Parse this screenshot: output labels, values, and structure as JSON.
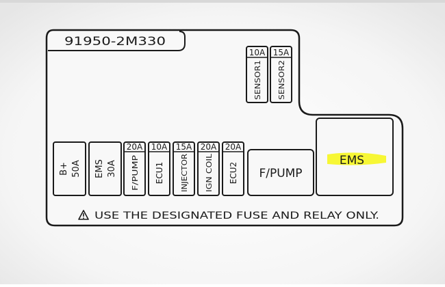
{
  "part_number": "91950-2M330",
  "top_fuses": [
    {
      "amp": "10A",
      "name": "SENSOR1"
    },
    {
      "amp": "15A",
      "name": "SENSOR2"
    }
  ],
  "large_fuses": [
    {
      "name": "B+",
      "amp": "50A"
    },
    {
      "name": "EMS",
      "amp": "30A"
    }
  ],
  "mini_fuses": [
    {
      "amp": "20A",
      "name": "F/PUMP"
    },
    {
      "amp": "10A",
      "name": "ECU1"
    },
    {
      "amp": "15A",
      "name": "INJECTOR"
    },
    {
      "amp": "20A",
      "name": "IGN COIL"
    },
    {
      "amp": "20A",
      "name": "ECU2"
    }
  ],
  "relays": [
    {
      "name": "F/PUMP"
    },
    {
      "name": "EMS",
      "highlight_color": "#f7f72a"
    }
  ],
  "warning": {
    "icon": "warning-triangle-icon",
    "text": "USE THE DESIGNATED FUSE AND RELAY ONLY."
  }
}
